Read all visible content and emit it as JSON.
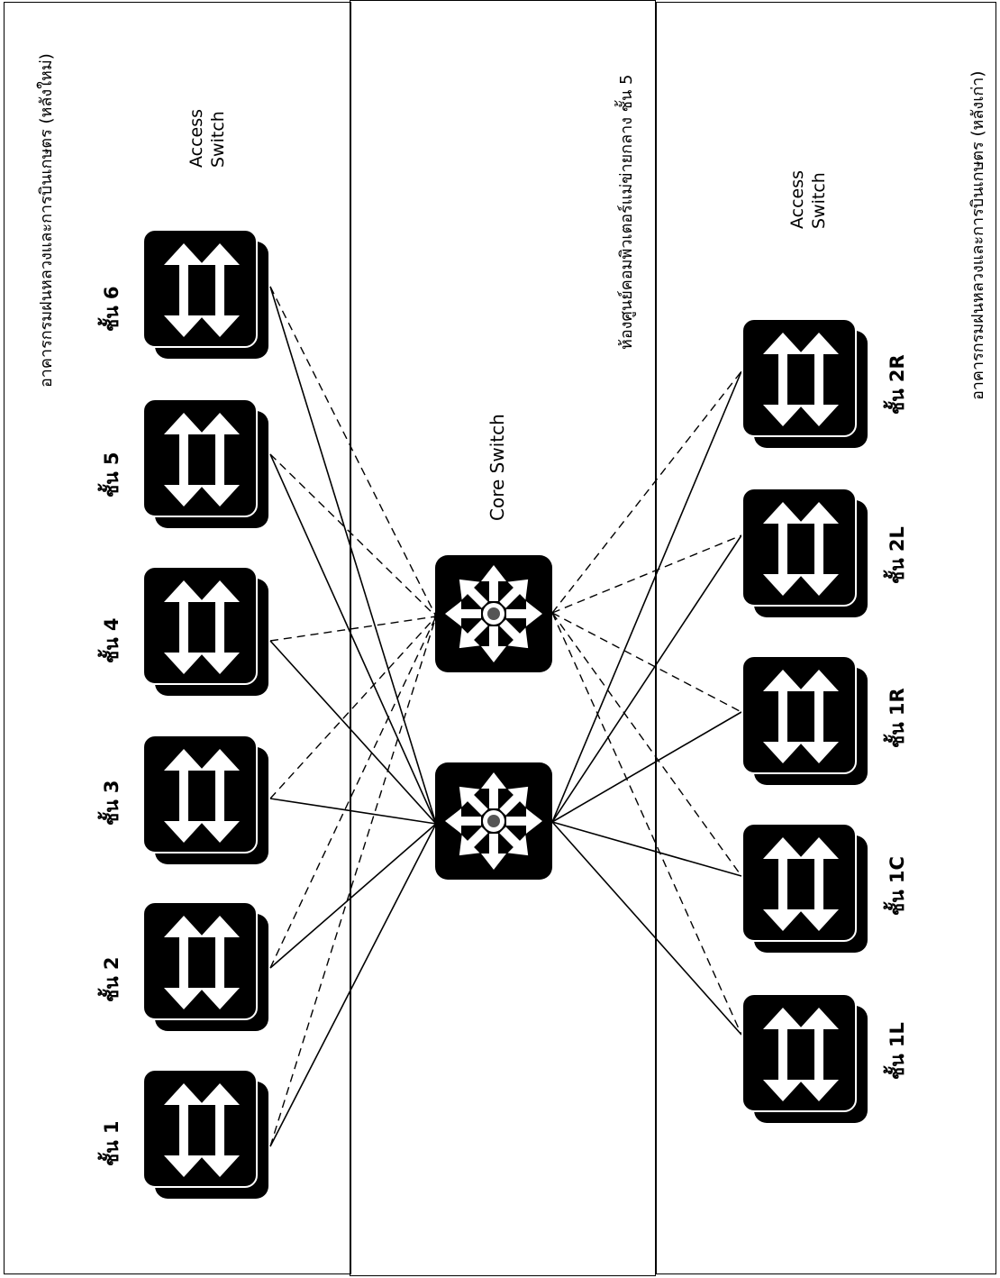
{
  "left_zone": {
    "title": "อาคารกรมฝนหลวงและการบินเกษตร (หลังใหม่)",
    "access_switch_line1": "Access",
    "access_switch_line2": "Switch",
    "floors": [
      "ชั้น 1",
      "ชั้น 2",
      "ชั้น 3",
      "ชั้น 4",
      "ชั้น 5",
      "ชั้น 6"
    ]
  },
  "middle_zone": {
    "title": "ห้องศูนย์คอมพิวเตอร์แม่ข่ายกลาง ชั้น 5",
    "core_switch_label": "Core Switch"
  },
  "right_zone": {
    "title": "อาคารกรมฝนหลวงและการบินเกษตร (หลังเก่า)",
    "access_switch_line1": "Access",
    "access_switch_line2": "Switch",
    "floors": [
      "ชั้น 1L",
      "ชั้น 1C",
      "ชั้น 1R",
      "ชั้น 2L",
      "ชั้น 2R"
    ]
  },
  "links": {
    "solid_style": "solid",
    "dashed_style": "dashed",
    "line_color": "#000000"
  },
  "icons": {
    "access_switch": "access-switch-icon",
    "core_switch": "core-switch-icon"
  }
}
